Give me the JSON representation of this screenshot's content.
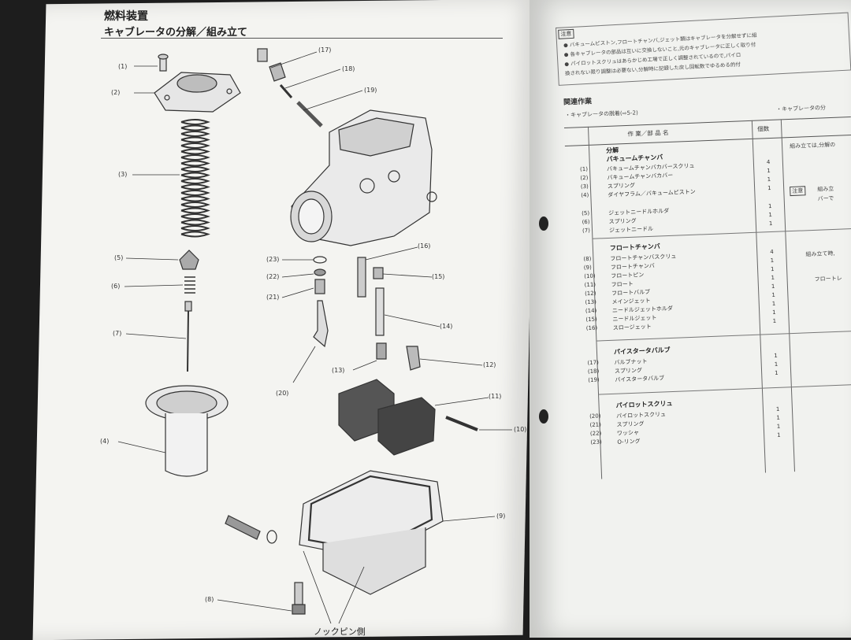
{
  "left_page": {
    "section_title": "燃料装置",
    "subtitle": "キャブレータの分解／組み立て",
    "callouts": [
      {
        "id": "c1",
        "text": "(1)"
      },
      {
        "id": "c2",
        "text": "(2)"
      },
      {
        "id": "c3",
        "text": "(3)"
      },
      {
        "id": "c4",
        "text": "(4)"
      },
      {
        "id": "c5",
        "text": "(5)"
      },
      {
        "id": "c6",
        "text": "(6)"
      },
      {
        "id": "c7",
        "text": "(7)"
      },
      {
        "id": "c8",
        "text": "(8)"
      },
      {
        "id": "c9",
        "text": "(9)"
      },
      {
        "id": "c10",
        "text": "(10)"
      },
      {
        "id": "c11",
        "text": "(11)"
      },
      {
        "id": "c12",
        "text": "(12)"
      },
      {
        "id": "c13",
        "text": "(13)"
      },
      {
        "id": "c14",
        "text": "(14)"
      },
      {
        "id": "c15",
        "text": "(15)"
      },
      {
        "id": "c16",
        "text": "(16)"
      },
      {
        "id": "c17",
        "text": "(17)"
      },
      {
        "id": "c18",
        "text": "(18)"
      },
      {
        "id": "c19",
        "text": "(19)"
      },
      {
        "id": "c20",
        "text": "(20)"
      },
      {
        "id": "c21",
        "text": "(21)"
      },
      {
        "id": "c22",
        "text": "(22)"
      },
      {
        "id": "c23",
        "text": "(23)"
      }
    ],
    "side_label": "ノックピン側"
  },
  "right_page": {
    "caution_tag": "注意",
    "caution_lines": [
      "● バキュームピストン,フロートチャンバ,ジェット類はキャブレータを分解せずに組",
      "● 各キャブレータの部品は互いに交換しないこと,元のキャブレータに正しく取り付",
      "● パイロットスクリュはあらかじめ工場で正しく調整されているので,パイロ",
      "換されない限り調整は必要ない,分解時に記録した戻し回転数でゆるめる的付"
    ],
    "related_heading": "関連作業",
    "related_item": "・キャブレータの脱着(⇨5-2)",
    "related_right": "・キャブレータの分",
    "table_header": {
      "name": "作 業／部 品 名",
      "qty": "個数"
    },
    "groups": [
      {
        "title": "分解",
        "subtitle": "バキュームチャンバ",
        "items": [
          {
            "num": "(1)",
            "name": "バキュームチャンバカバースクリュ",
            "qty": "4"
          },
          {
            "num": "(2)",
            "name": "バキュームチャンバカバー",
            "qty": "1"
          },
          {
            "num": "(3)",
            "name": "スプリング",
            "qty": "1"
          },
          {
            "num": "(4)",
            "name": "ダイヤフラム／バキュームピストン",
            "qty": "1"
          },
          {
            "num": "(5)",
            "name": "ジェットニードルホルダ",
            "qty": "1"
          },
          {
            "num": "(6)",
            "name": "スプリング",
            "qty": "1"
          },
          {
            "num": "(7)",
            "name": "ジェットニードル",
            "qty": "1"
          }
        ]
      },
      {
        "title": "フロートチャンバ",
        "items": [
          {
            "num": "(8)",
            "name": "フロートチャンバスクリュ",
            "qty": "4"
          },
          {
            "num": "(9)",
            "name": "フロートチャンバ",
            "qty": "1"
          },
          {
            "num": "(10)",
            "name": "フロートピン",
            "qty": "1"
          },
          {
            "num": "(11)",
            "name": "フロート",
            "qty": "1"
          },
          {
            "num": "(12)",
            "name": "フロートバルブ",
            "qty": "1"
          },
          {
            "num": "(13)",
            "name": "メインジェット",
            "qty": "1"
          },
          {
            "num": "(14)",
            "name": "ニードルジェットホルダ",
            "qty": "1"
          },
          {
            "num": "(15)",
            "name": "ニードルジェット",
            "qty": "1"
          },
          {
            "num": "(16)",
            "name": "スロージェット",
            "qty": "1"
          }
        ]
      },
      {
        "title": "パイスタータバルブ",
        "items": [
          {
            "num": "(17)",
            "name": "バルブナット",
            "qty": "1"
          },
          {
            "num": "(18)",
            "name": "スプリング",
            "qty": "1"
          },
          {
            "num": "(19)",
            "name": "パイスタータバルブ",
            "qty": "1"
          }
        ]
      },
      {
        "title": "パイロットスクリュ",
        "items": [
          {
            "num": "(20)",
            "name": "パイロットスクリュ",
            "qty": "1"
          },
          {
            "num": "(21)",
            "name": "スプリング",
            "qty": "1"
          },
          {
            "num": "(22)",
            "name": "ワッシャ",
            "qty": "1"
          },
          {
            "num": "(23)",
            "name": "O-リング",
            "qty": "1"
          }
        ]
      }
    ],
    "notes": {
      "n1": "組み立ては,分解の",
      "n2_tag": "注意",
      "n2": "組み立",
      "n2b": "バーで",
      "n3": "組み立て時,",
      "n4": "フロートレ"
    }
  }
}
